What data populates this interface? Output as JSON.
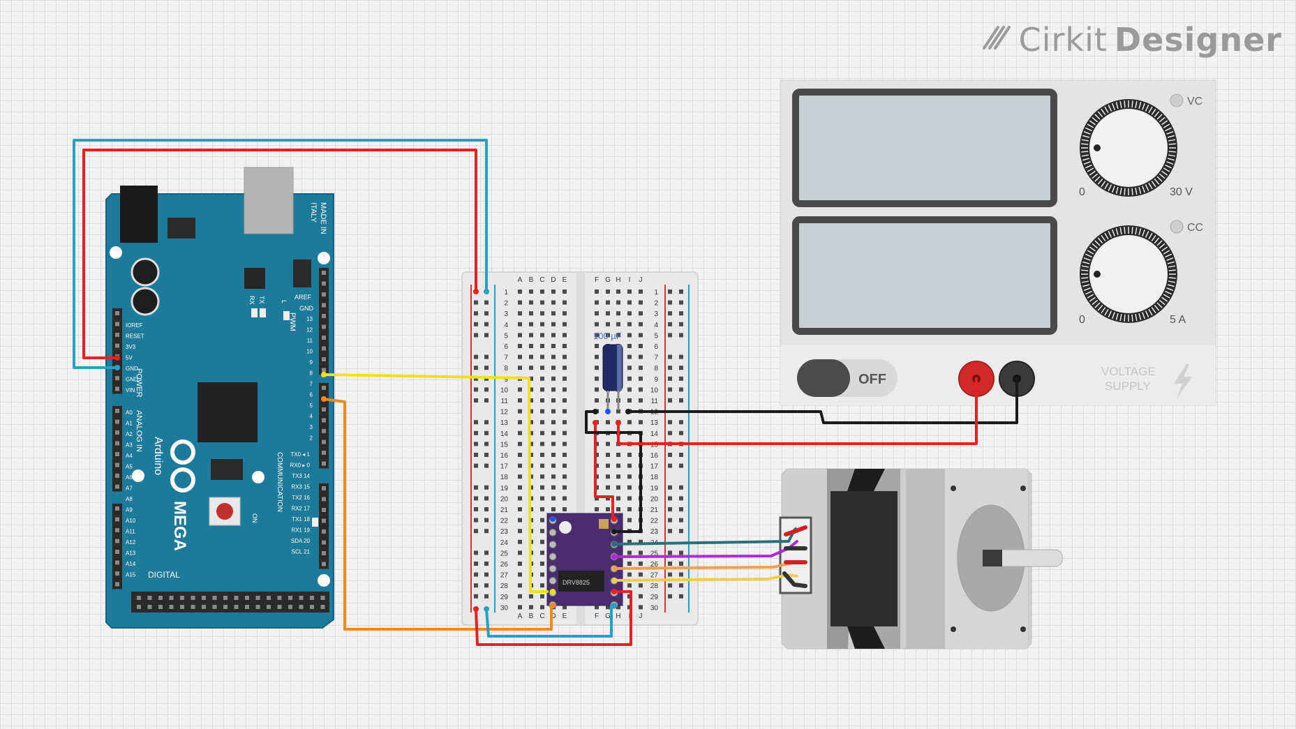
{
  "app": {
    "brand_part1": "Cirkit",
    "brand_part2": "Designer"
  },
  "power_supply": {
    "voltage_indicator": "VC",
    "current_indicator": "CC",
    "voltage_min": "0",
    "voltage_max": "30 V",
    "current_min": "0",
    "current_max": "5 A",
    "switch_label": "OFF",
    "logo_line1": "VOLTAGE",
    "logo_line2": "SUPPLY"
  },
  "capacitor": {
    "label": "100 µF"
  },
  "driver": {
    "label": "DRV8825"
  },
  "arduino": {
    "made_in": "MADE IN",
    "italy": "ITALY",
    "brand": "Arduino",
    "model": "MEGA",
    "aref": "AREF",
    "gnd": "GND",
    "pwm": "PWM",
    "digital": "DIGITAL",
    "power": "POWER",
    "analog_in": "ANALOG IN",
    "communication": "COMMUNICATION",
    "tx": "TX",
    "rx": "RX",
    "on": "ON",
    "l": "L",
    "power_pins": [
      "IOREF",
      "RESET",
      "3V3",
      "5V",
      "GND",
      "GND",
      "VIN"
    ],
    "analog_pins": [
      "A0",
      "A1",
      "A2",
      "A3",
      "A4",
      "A5",
      "A6",
      "A7",
      "A8",
      "A9",
      "A10",
      "A11",
      "A12",
      "A13",
      "A14",
      "A15"
    ],
    "pwm_pins": [
      "13",
      "12",
      "11",
      "10",
      "9",
      "8",
      "7",
      "6",
      "5",
      "4",
      "3",
      "2"
    ],
    "comm_pins": [
      "TX0 ◂ 1",
      "RX0 ▸ 0",
      "TX3 14",
      "RX3 15",
      "TX2 16",
      "RX2 17",
      "TX1 18",
      "RX1 19",
      "SDA 20",
      "SCL 21"
    ]
  },
  "breadboard": {
    "cols_left": [
      "A",
      "B",
      "C",
      "D",
      "E"
    ],
    "cols_right": [
      "F",
      "G",
      "H",
      "I",
      "J"
    ],
    "rows": [
      "1",
      "2",
      "3",
      "4",
      "5",
      "6",
      "7",
      "8",
      "9",
      "10",
      "11",
      "12",
      "13",
      "14",
      "15",
      "16",
      "17",
      "18",
      "19",
      "20",
      "21",
      "22",
      "23",
      "24",
      "25",
      "26",
      "27",
      "28",
      "29",
      "30"
    ]
  }
}
